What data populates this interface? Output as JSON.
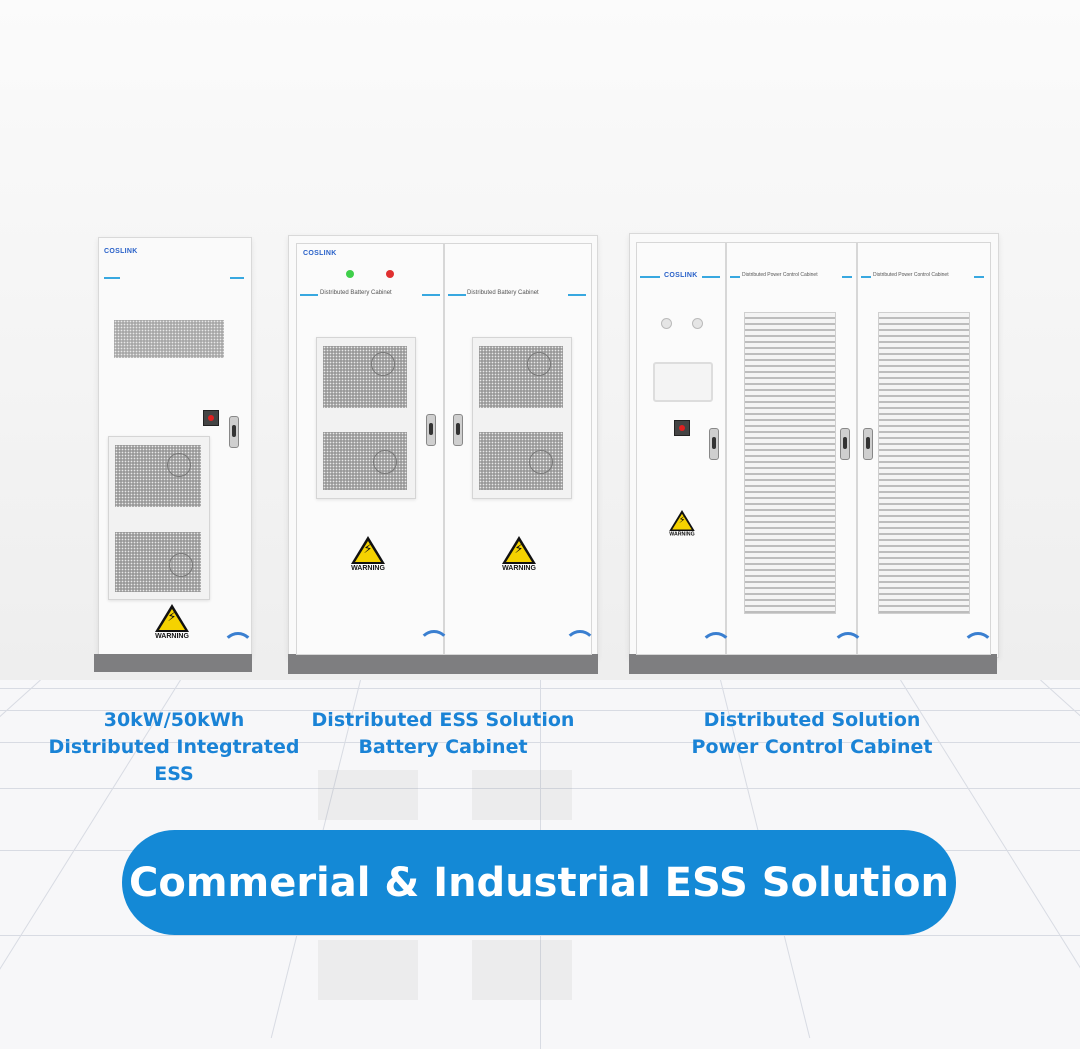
{
  "products": [
    {
      "caption_lines": [
        "30kW/50kWh",
        "Distributed Integtrated",
        "ESS"
      ]
    },
    {
      "caption_lines": [
        "Distributed ESS Solution",
        "Battery Cabinet"
      ]
    },
    {
      "caption_lines": [
        "Distributed Solution",
        "Power Control Cabinet"
      ]
    }
  ],
  "cabinet_text": {
    "brand": "COSLINK",
    "battery_label": "Distributed Battery Cabinet",
    "power_label": "Distributed Power Control Cabinet",
    "warning": "WARNING"
  },
  "banner": {
    "title": "Commerial & Industrial ESS Solution"
  },
  "colors": {
    "accent": "#1489d6",
    "caption": "#1a83d6"
  }
}
